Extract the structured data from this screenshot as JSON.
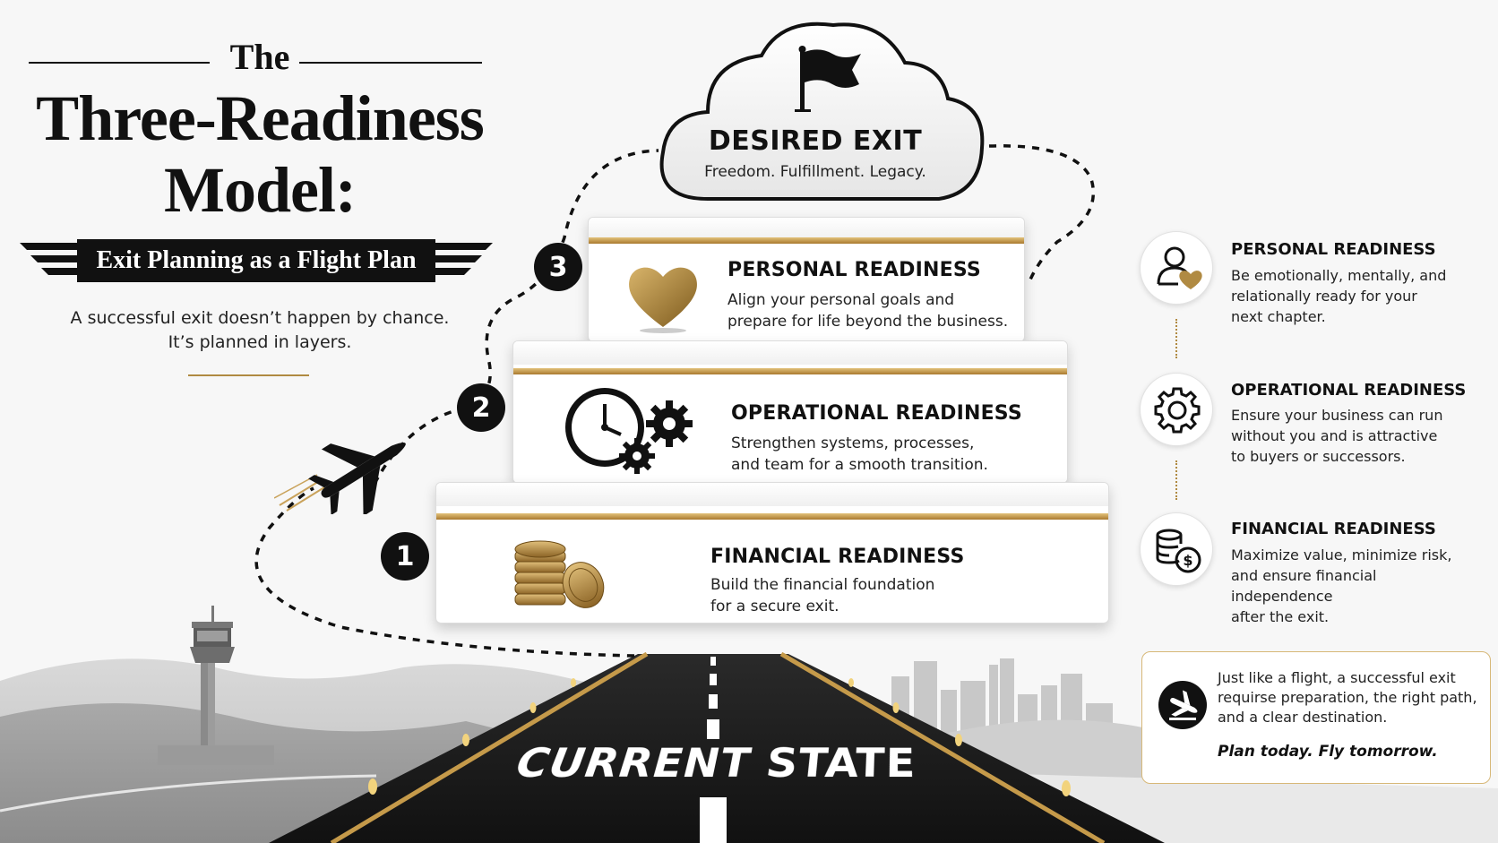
{
  "title": {
    "line1": "The",
    "line2": "Three-Readiness",
    "line3": "Model:",
    "banner": "Exit Planning as a Flight Plan"
  },
  "tagline": {
    "line1": "A successful exit doesn’t happen by chance.",
    "line2": "It’s planned in layers."
  },
  "goal": {
    "title": "DESIRED EXIT",
    "subtitle": "Freedom. Fulfillment. Legacy."
  },
  "steps": [
    {
      "number": "3",
      "title": "PERSONAL READINESS",
      "desc1": "Align your personal goals and",
      "desc2": "prepare for life beyond the business.",
      "icon": "heart-icon"
    },
    {
      "number": "2",
      "title": "OPERATIONAL READINESS",
      "desc1": "Strengthen systems, processes,",
      "desc2": "and team for a smooth transition.",
      "icon": "clock-gears-icon"
    },
    {
      "number": "1",
      "title": "FINANCIAL READINESS",
      "desc1": "Build the financial foundation",
      "desc2": "for a secure exit.",
      "icon": "coins-icon"
    }
  ],
  "sidebar": [
    {
      "title": "PERSONAL READINESS",
      "lines": [
        "Be emotionally, mentally, and",
        "relationally ready for your",
        "next chapter."
      ],
      "icon": "person-heart-icon"
    },
    {
      "title": "OPERATIONAL READINESS",
      "lines": [
        "Ensure your business can run",
        "without you and is attractive",
        "to buyers or successors."
      ],
      "icon": "gear-icon"
    },
    {
      "title": "FINANCIAL READINESS",
      "lines": [
        "Maximize value, minimize risk,",
        "and ensure financial independence",
        "after the exit."
      ],
      "icon": "coins-dollar-icon"
    }
  ],
  "note": {
    "line1": "Just like a flight, a successful exit",
    "line2": "requirse preparation, the right path,",
    "line3": "and a clear destination.",
    "emphasis": "Plan today. Fly tomorrow."
  },
  "runway": {
    "label": "CURRENT STATE"
  },
  "colors": {
    "gold": "#b08a42",
    "ink": "#111111",
    "background": "#f7f7f7"
  }
}
